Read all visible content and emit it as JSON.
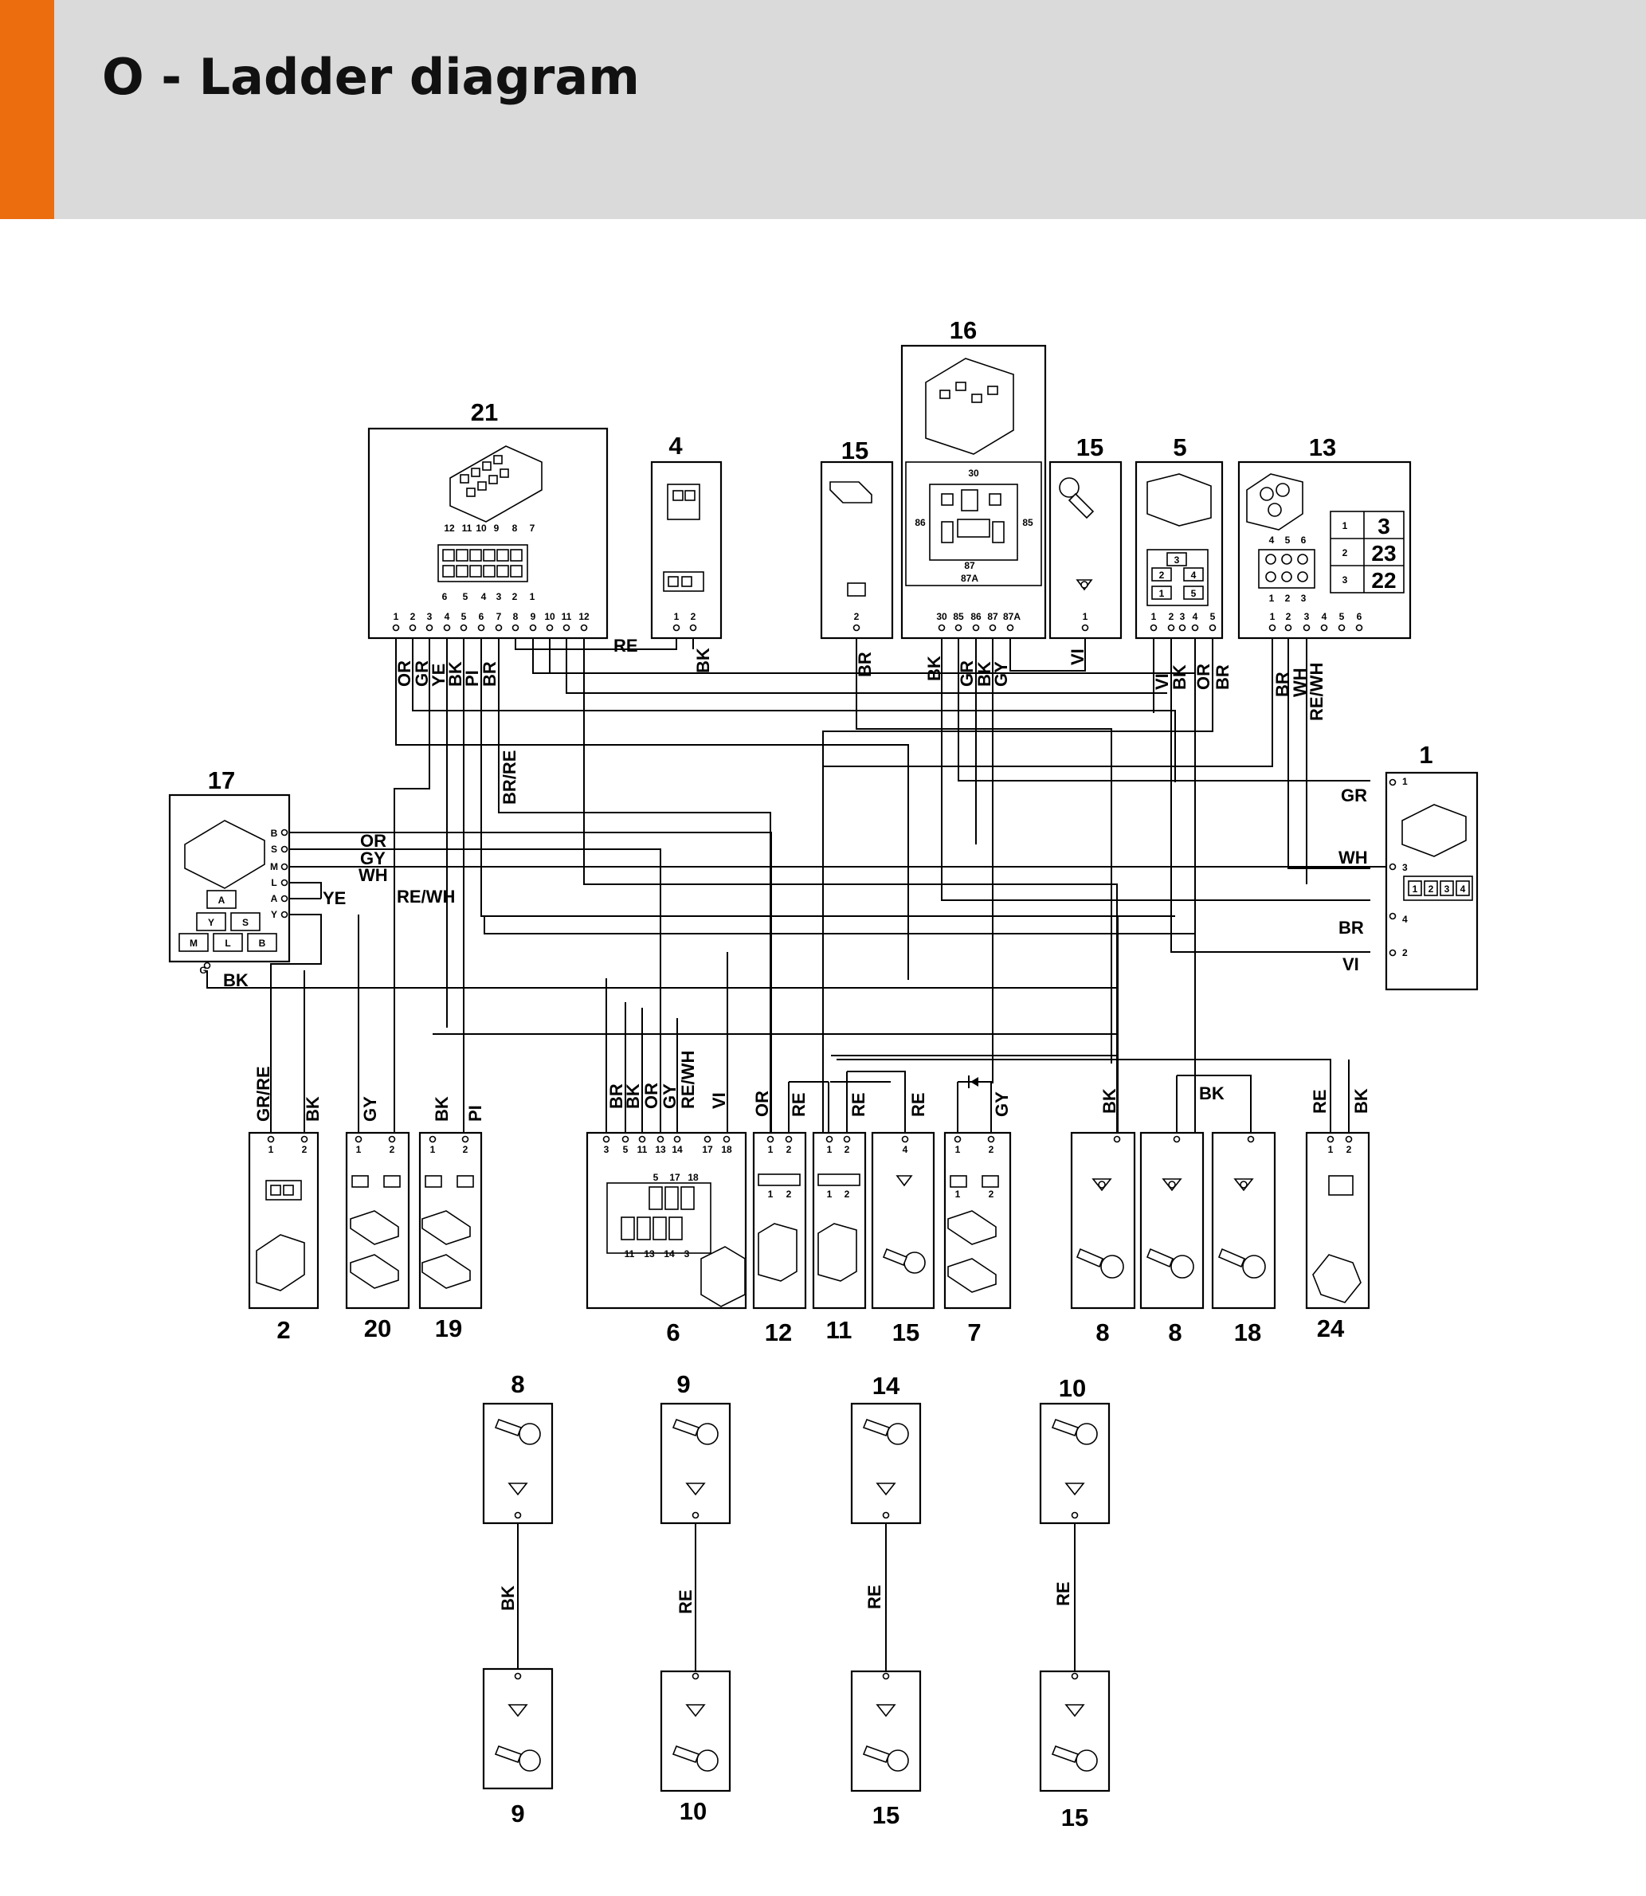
{
  "page": {
    "title": "O - Ladder diagram",
    "accent_color": "#ec6d0e",
    "header_background": "#d9dad9"
  },
  "components": {
    "c21": "21",
    "c4": "4",
    "c15a": "15",
    "c16": "16",
    "c15b": "15",
    "c5": "5",
    "c13": "13",
    "c17": "17",
    "c1": "1",
    "c2": "2",
    "c20": "20",
    "c19": "19",
    "c6": "6",
    "c12": "12",
    "c11": "11",
    "c15c": "15",
    "c7": "7",
    "c8a": "8",
    "c8b": "8",
    "c18": "18",
    "c24": "24",
    "p8": "8",
    "p9": "9",
    "p14": "14",
    "p10": "10",
    "p9b": "9",
    "p10b": "10",
    "p15a": "15",
    "p15b": "15"
  },
  "pins": {
    "c21_top_row": [
      "12",
      "11",
      "10",
      "9",
      "8",
      "7"
    ],
    "c21_bottom_row": [
      "6",
      "5",
      "4",
      "3",
      "2",
      "1"
    ],
    "c21_terminals": [
      "1",
      "2",
      "3",
      "4",
      "5",
      "6",
      "7",
      "8",
      "9",
      "10",
      "11",
      "12"
    ],
    "c4_terminals": [
      "1",
      "2"
    ],
    "c15a_terminals": [
      "2"
    ],
    "c16_relay": {
      "t30": "30",
      "t86": "86",
      "t85": "85",
      "t87": "87",
      "t87a": "87A"
    },
    "c16_terminals": [
      "30",
      "85",
      "86",
      "87",
      "87A"
    ],
    "c15b_terminals": [
      "1"
    ],
    "c5_cavities": [
      "3",
      "2",
      "4",
      "1",
      "5"
    ],
    "c5_terminals": [
      "1",
      "2",
      "3",
      "4",
      "5"
    ],
    "c13_top": [
      "4",
      "5",
      "6"
    ],
    "c13_bottom": [
      "1",
      "2",
      "3"
    ],
    "c13_table": [
      [
        "1",
        "3"
      ],
      [
        "2",
        "23"
      ],
      [
        "3",
        "22"
      ]
    ],
    "c13_terminals": [
      "1",
      "2",
      "3",
      "4",
      "5",
      "6"
    ],
    "c17_terminals": [
      "B",
      "S",
      "M",
      "L",
      "A",
      "Y",
      "G"
    ],
    "c17_cavities": [
      "A",
      "Y",
      "S",
      "M",
      "L",
      "B"
    ],
    "c1_terminals": [
      "1",
      "3",
      "4",
      "2"
    ],
    "c1_cavities": [
      "1",
      "2",
      "3",
      "4"
    ],
    "c6_terminals": [
      "3",
      "5",
      "11",
      "13",
      "14",
      "17",
      "18"
    ],
    "c6_top": [
      "5",
      "17",
      "18"
    ],
    "c6_bottom": [
      "11",
      "13",
      "14",
      "3"
    ],
    "pair": [
      "1",
      "2"
    ],
    "c15c_terminal": [
      "4"
    ]
  },
  "wires": {
    "OR": "OR",
    "GR": "GR",
    "YE": "YE",
    "BK": "BK",
    "PI": "PI",
    "BR": "BR",
    "RE": "RE",
    "VI": "VI",
    "GY": "GY",
    "WH": "WH",
    "RE_WH": "RE/WH",
    "BR_RE": "BR/RE",
    "GR_RE": "GR/RE"
  }
}
